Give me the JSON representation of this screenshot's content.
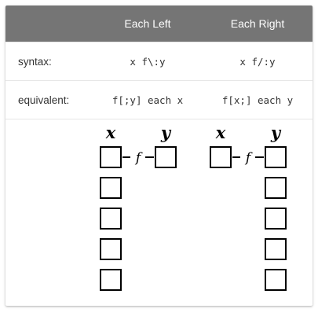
{
  "header": {
    "col0": "",
    "col1": "Each Left",
    "col2": "Each Right"
  },
  "rows": [
    {
      "label": "syntax:",
      "left": "x f\\:y",
      "right": "x f/:y"
    },
    {
      "label": "equivalent:",
      "left": "f[;y] each x",
      "right": "f[x;] each y"
    }
  ],
  "diagram": {
    "left": {
      "x_label": "x",
      "y_label": "y",
      "f_label": "f"
    },
    "right": {
      "x_label": "x",
      "y_label": "y",
      "f_label": "f"
    }
  },
  "colors": {
    "header_bg": "#757575",
    "header_text": "#ffffff",
    "row_border": "#e6e6e6"
  }
}
